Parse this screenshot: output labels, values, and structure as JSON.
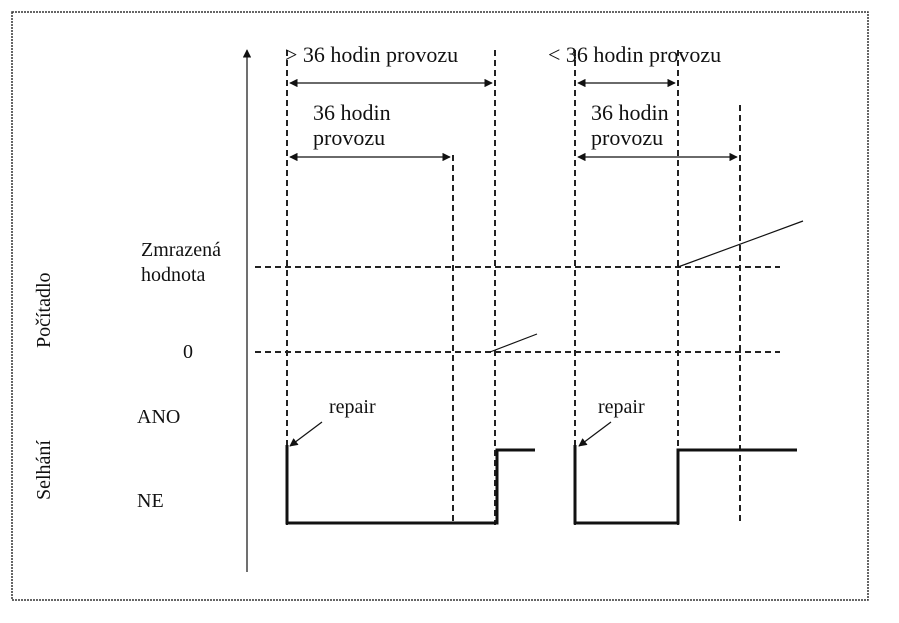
{
  "labels": {
    "top_left": "> 36 hodin provozu",
    "top_right": "< 36 hodin provozu",
    "mid_left_line1": "36 hodin",
    "mid_left_line2": "provozu",
    "mid_right_line1": "36 hodin",
    "mid_right_line2": "provozu",
    "frozen_line1": "Zmrazená",
    "frozen_line2": "hodnota",
    "zero": "0",
    "counter_axis": "Počítadlo",
    "failure_axis": "Selhání",
    "yes": "ANO",
    "no": "NE",
    "repair_left": "repair",
    "repair_right": "repair"
  }
}
